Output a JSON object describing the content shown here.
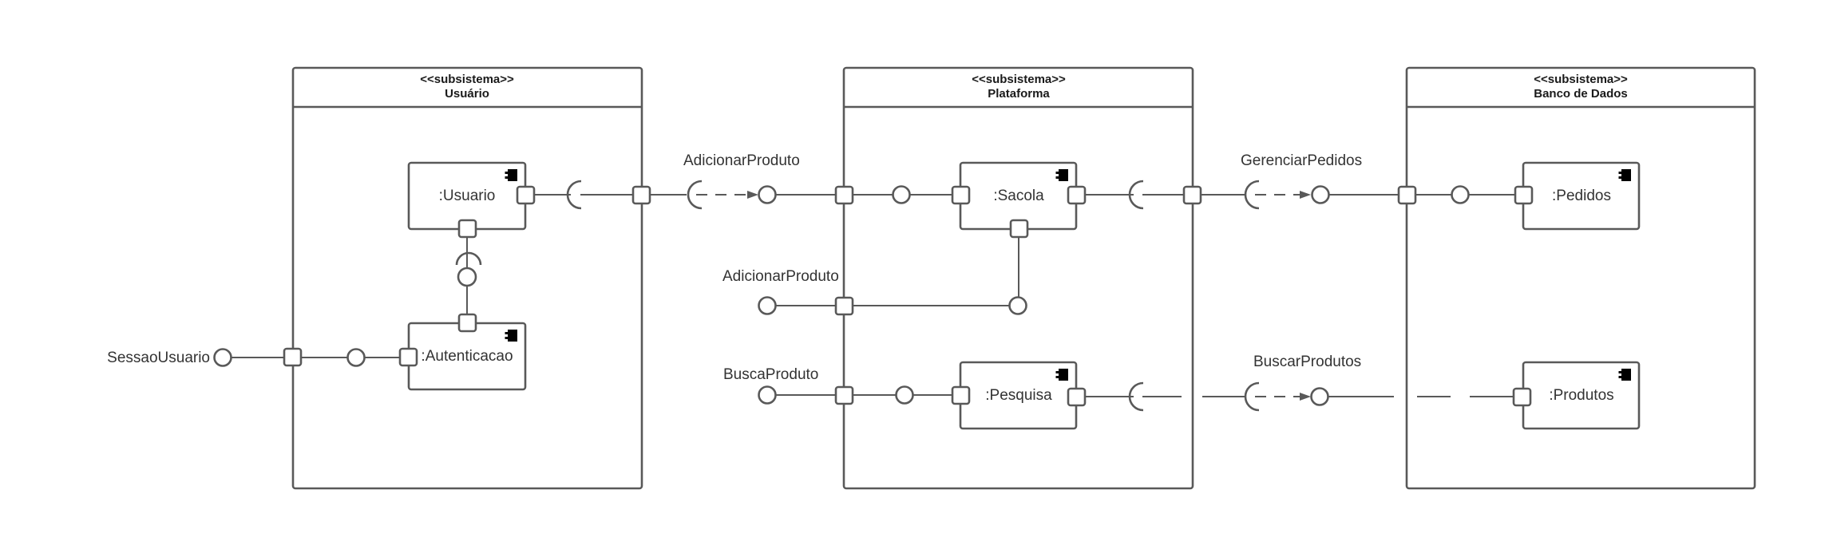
{
  "subsystems": [
    {
      "id": "usuario",
      "stereotype": "<<subsistema>>",
      "name": "Usuário"
    },
    {
      "id": "plataforma",
      "stereotype": "<<subsistema>>",
      "name": "Plataforma"
    },
    {
      "id": "banco",
      "stereotype": "<<subsistema>>",
      "name": "Banco de Dados"
    }
  ],
  "components": {
    "usuario": ":Usuario",
    "autenticacao": ":Autenticacao",
    "sacola": ":Sacola",
    "pesquisa": ":Pesquisa",
    "pedidos": ":Pedidos",
    "produtos": ":Produtos"
  },
  "interfaces": {
    "sessao_usuario": "SessaoUsuario",
    "adicionar_produto_top": "AdicionarProduto",
    "adicionar_produto_mid": "AdicionarProduto",
    "busca_produto": "BuscaProduto",
    "gerenciar_pedidos": "GerenciarPedidos",
    "buscar_produtos": "BuscarProdutos"
  }
}
